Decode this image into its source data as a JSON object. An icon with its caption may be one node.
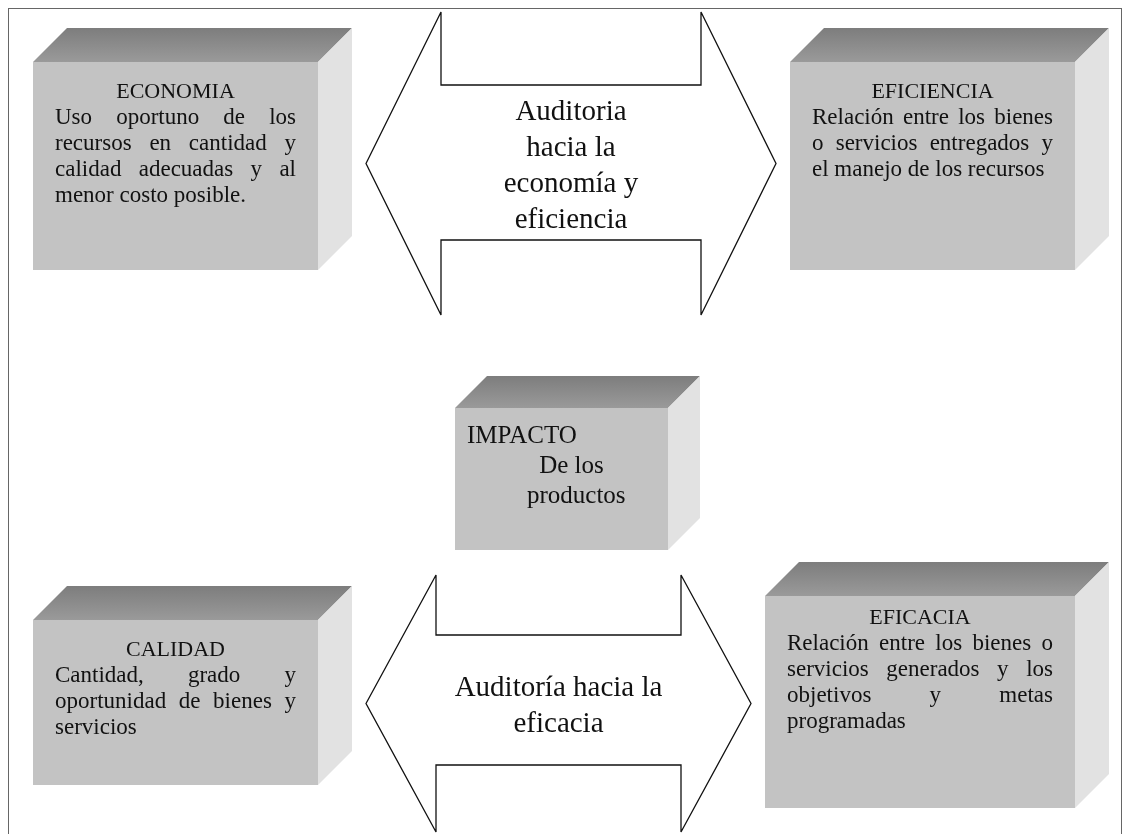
{
  "diagram": {
    "nodes": [
      {
        "text": [
          "ECONOMIA",
          "Uso oportuno de los recursos en cantidad y calidad adecuadas y al menor costo posible."
        ]
      },
      {
        "text": [
          "EFICIENCIA",
          "Relación entre los bienes o servicios entregados y el manejo de los recursos"
        ]
      },
      {
        "text": [
          "IMPACTO",
          "De los productos"
        ]
      },
      {
        "text": [
          "CALIDAD",
          "Cantidad, grado y oportunidad de bienes y servicios"
        ]
      },
      {
        "text": [
          "EFICACIA",
          "Relación entre los bienes o servicios generados y los objetivos y metas programadas"
        ]
      }
    ],
    "edges": [
      {
        "from": 0,
        "to": 1,
        "arrow": "both",
        "label": "Auditoria hacia la economía y eficiencia"
      },
      {
        "from": 3,
        "to": 4,
        "arrow": "both",
        "label": "Auditoría hacia la eficacia"
      }
    ]
  }
}
